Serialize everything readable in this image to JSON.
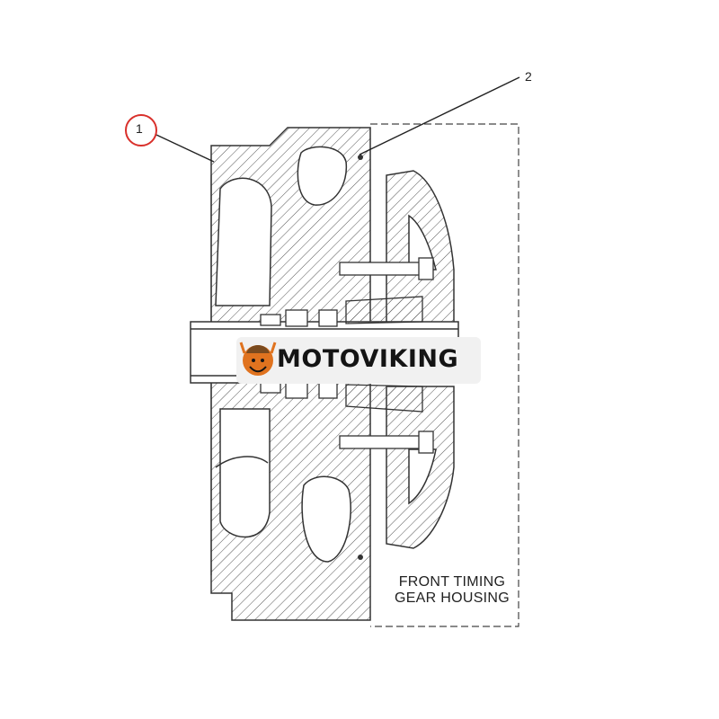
{
  "callouts": {
    "item1": "1",
    "item2": "2"
  },
  "caption": {
    "line1": "FRONT TIMING",
    "line2": "GEAR HOUSING"
  },
  "watermark": {
    "brand": "MOTOVIKING"
  },
  "colors": {
    "line": "#333333",
    "highlight_circle": "#d9302b",
    "background": "#ffffff",
    "logo_band": "#f1f1f1",
    "logo_orange": "#e0731f"
  }
}
